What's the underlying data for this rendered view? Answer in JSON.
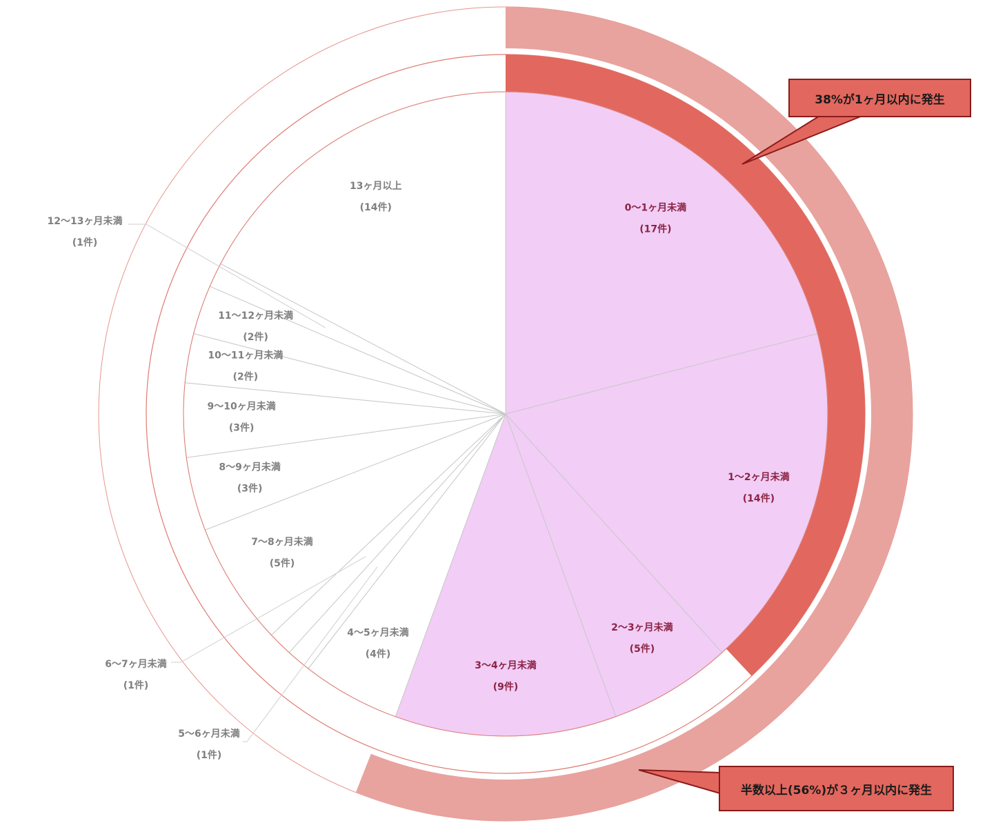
{
  "chart_data": {
    "type": "pie",
    "unit_suffix": "件",
    "categories": [
      "0〜1ヶ月未満",
      "1〜2ヶ月未満",
      "2〜3ヶ月未満",
      "3〜4ヶ月未満",
      "4〜5ヶ月未満",
      "5〜6ヶ月未満",
      "6〜7ヶ月未満",
      "7〜8ヶ月未満",
      "8〜9ヶ月未満",
      "9〜10ヶ月未満",
      "10〜11ヶ月未満",
      "11〜12ヶ月未満",
      "12〜13ヶ月未満",
      "13ヶ月以上"
    ],
    "values": [
      17,
      14,
      5,
      9,
      4,
      1,
      1,
      5,
      3,
      3,
      2,
      2,
      1,
      14
    ],
    "count_labels": [
      "(17件)",
      "(14件)",
      "(5件)",
      "(9件)",
      "(4件)",
      "(1件)",
      "(1件)",
      "(5件)",
      "(3件)",
      "(3件)",
      "(2件)",
      "(2件)",
      "(1件)",
      "(14件)"
    ],
    "highlighted": [
      true,
      true,
      true,
      true,
      false,
      false,
      false,
      false,
      false,
      false,
      false,
      false,
      false,
      false
    ],
    "rings": [
      {
        "share": 0.38,
        "covers": [
          "0〜1ヶ月未満"
        ],
        "color": "#e2675e"
      },
      {
        "share": 0.56,
        "covers": [
          "0〜1ヶ月未満",
          "1〜2ヶ月未満",
          "2〜3ヶ月未満"
        ],
        "color": "#e8a39e"
      }
    ],
    "annotations": [
      "38%が1ヶ月以内に発生",
      "半数以上(56%)が３ヶ月以内に発生"
    ]
  },
  "colors": {
    "highlight_fill": "#f2cdf6",
    "plain_fill": "#ffffff",
    "divider": "#c9c9c9",
    "highlight_text": "#8b2443",
    "plain_text": "#7f7f7f",
    "ring_outline": "#e07a72",
    "callout_fill": "#e2675e",
    "callout_border": "#8b1a1a"
  }
}
